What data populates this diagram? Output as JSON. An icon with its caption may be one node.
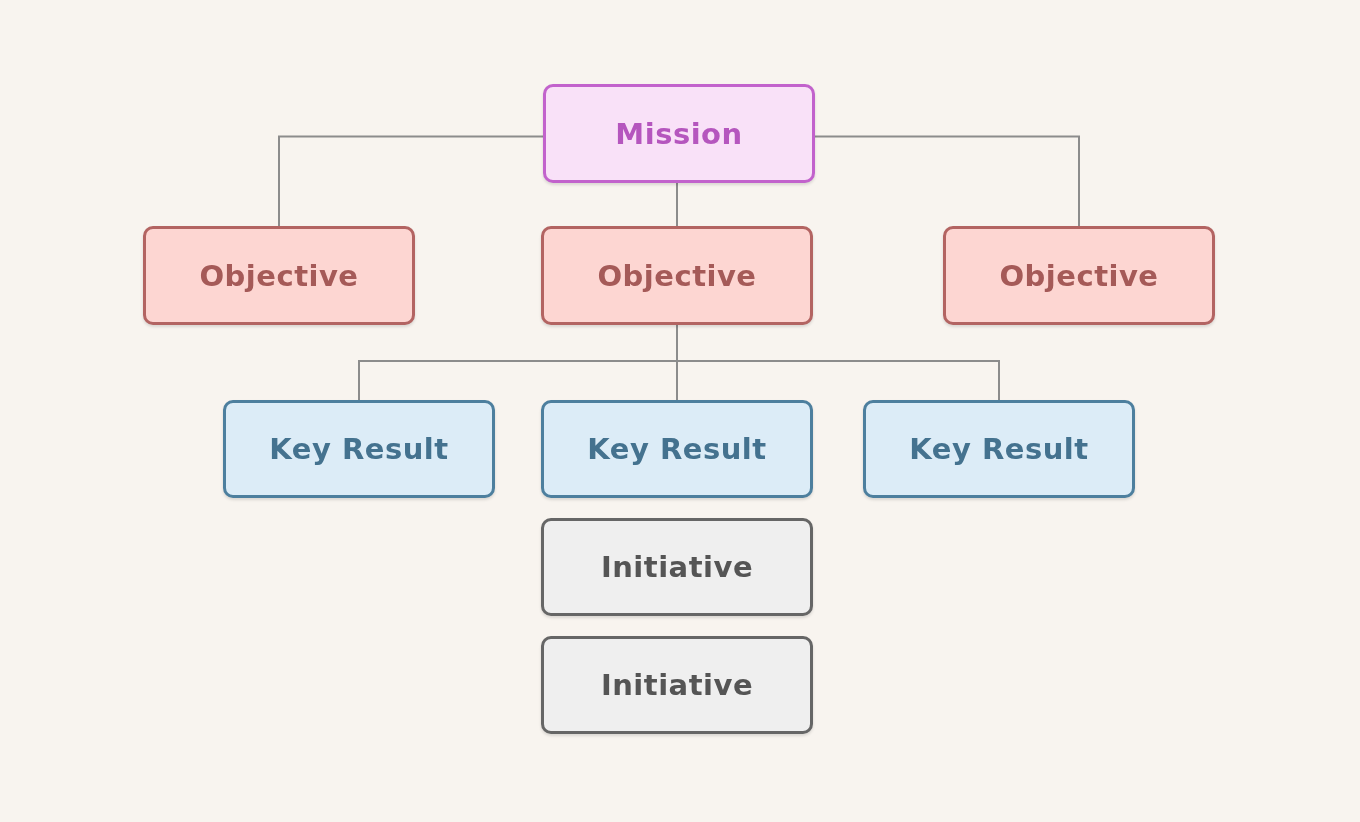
{
  "diagram": {
    "nodes": [
      {
        "text": [
          "Mission"
        ]
      },
      {
        "text": [
          "Objective"
        ]
      },
      {
        "text": [
          "Objective"
        ]
      },
      {
        "text": [
          "Objective"
        ]
      },
      {
        "text": [
          "Key Result"
        ]
      },
      {
        "text": [
          "Key Result"
        ]
      },
      {
        "text": [
          "Key Result"
        ]
      },
      {
        "text": [
          "Initiative"
        ]
      },
      {
        "text": [
          "Initiative"
        ]
      }
    ],
    "edges": [
      {
        "from": 0,
        "to": 1,
        "arrow": "none"
      },
      {
        "from": 0,
        "to": 2,
        "arrow": "none"
      },
      {
        "from": 0,
        "to": 3,
        "arrow": "none"
      },
      {
        "from": 2,
        "to": 4,
        "arrow": "none"
      },
      {
        "from": 2,
        "to": 5,
        "arrow": "none"
      },
      {
        "from": 2,
        "to": 6,
        "arrow": "none"
      }
    ]
  }
}
